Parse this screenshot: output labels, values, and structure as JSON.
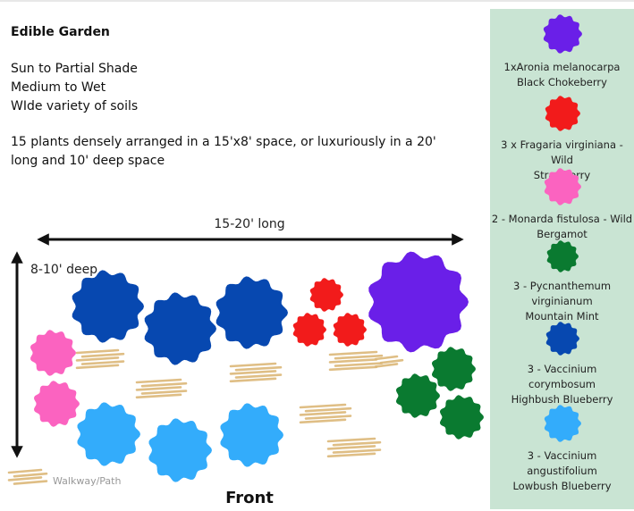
{
  "header": {
    "title": "Edible Garden",
    "conditions": [
      "Sun to Partial Shade",
      "Medium to Wet",
      "WIde variety of soils"
    ],
    "description": "15 plants densely arranged in a 15'x8' space, or luxuriously in a 20' long and 10' deep space"
  },
  "diagram": {
    "length_label": "15-20' long",
    "depth_label": "8-10' deep",
    "front_label": "Front",
    "walkway_label": "Walkway/Path"
  },
  "colors": {
    "chokeberry": "#6a1fe8",
    "strawberry": "#f21b1b",
    "bergamot": "#fb63c0",
    "mountain_mint": "#0a7a30",
    "highbush_blueberry": "#0748b0",
    "lowbush_blueberry": "#33acfb",
    "path": "#dcb878",
    "legend_bg": "#c9e4d3"
  },
  "legend": [
    {
      "color_key": "chokeberry",
      "lines": [
        "1xAronia melanocarpa",
        "Black Chokeberry"
      ]
    },
    {
      "color_key": "strawberry",
      "lines": [
        "3 x Fragaria virginiana - Wild",
        "Strawberry"
      ]
    },
    {
      "color_key": "bergamot",
      "lines": [
        "2 - Monarda fistulosa - Wild",
        "Bergamot"
      ]
    },
    {
      "color_key": "mountain_mint",
      "lines": [
        "3 - Pycnanthemum",
        "virginianum",
        "Mountain Mint"
      ]
    },
    {
      "color_key": "highbush_blueberry",
      "lines": [
        "3 - Vaccinium",
        "corymbosum",
        "Highbush Blueberry"
      ]
    },
    {
      "color_key": "lowbush_blueberry",
      "lines": [
        "3 - Vaccinium",
        "angustifolium",
        "Lowbush Blueberry"
      ]
    }
  ]
}
